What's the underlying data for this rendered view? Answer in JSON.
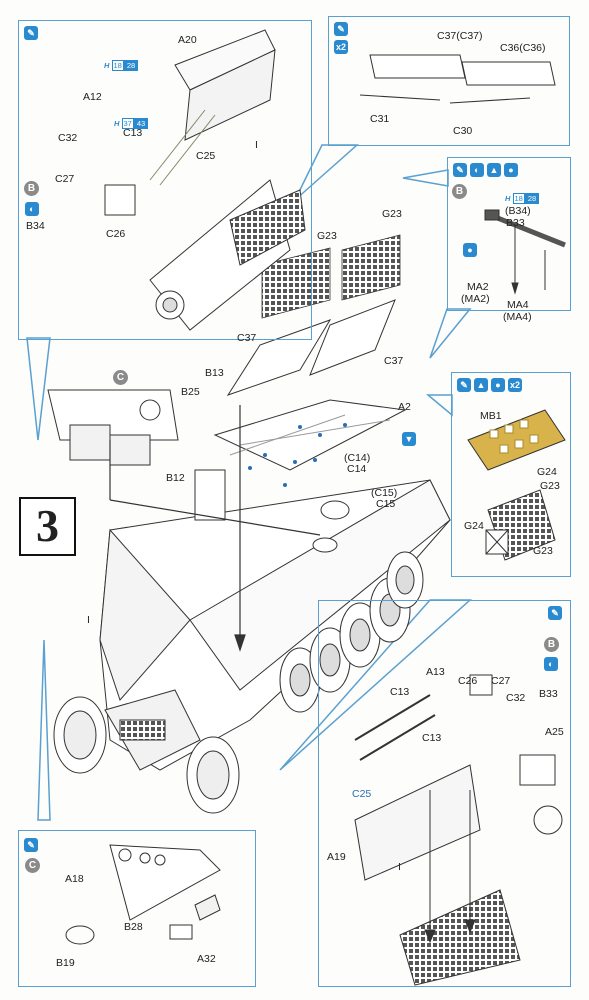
{
  "step_number": "3",
  "icons": {
    "glue": "glue-brush-icon",
    "x2": "x2",
    "optional": "optional-part-icon",
    "bend": "bend-part-icon",
    "drill": "drill-hole-icon",
    "cut": "cut-icon"
  },
  "colors": {
    "accent": "#2a8ad0",
    "frame": "#5aa0d0",
    "letter_circle": "#8a8a8a",
    "photo_etch": "#d8b24a"
  },
  "panel_tl": {
    "option": "B",
    "hrefs": [
      {
        "h": "H",
        "a": "18",
        "b": "28"
      },
      {
        "h": "H",
        "a": "37",
        "b": "43"
      }
    ],
    "labels": [
      "A20",
      "A12",
      "C13",
      "C32",
      "C25",
      "C27",
      "I",
      "C26",
      "B34"
    ]
  },
  "panel_tr": {
    "labels": [
      "C37(C37)",
      "C36(C36)",
      "C31",
      "C30"
    ]
  },
  "panel_mr": {
    "option": "B",
    "href": {
      "h": "H",
      "a": "18",
      "b": "28"
    },
    "labels": [
      "(B34)",
      "B33",
      "MA2",
      "(MA2)",
      "MA4",
      "(MA4)"
    ]
  },
  "panel_pe": {
    "labels": [
      "MB1",
      "G24",
      "G23",
      "G24",
      "G23"
    ]
  },
  "main": {
    "labels": [
      "G23",
      "G23",
      "C37",
      "C37",
      "A2",
      "C",
      "B13",
      "B25",
      "B12",
      "(C14)",
      "C14",
      "(C15)",
      "C15",
      "I"
    ]
  },
  "panel_bl": {
    "option": "C",
    "labels": [
      "A18",
      "B28",
      "B19",
      "A32"
    ]
  },
  "panel_br": {
    "option": "B",
    "labels": [
      "A13",
      "C26",
      "C27",
      "C32",
      "B33",
      "C13",
      "C13",
      "A25",
      "C25",
      "A19",
      "I"
    ]
  }
}
